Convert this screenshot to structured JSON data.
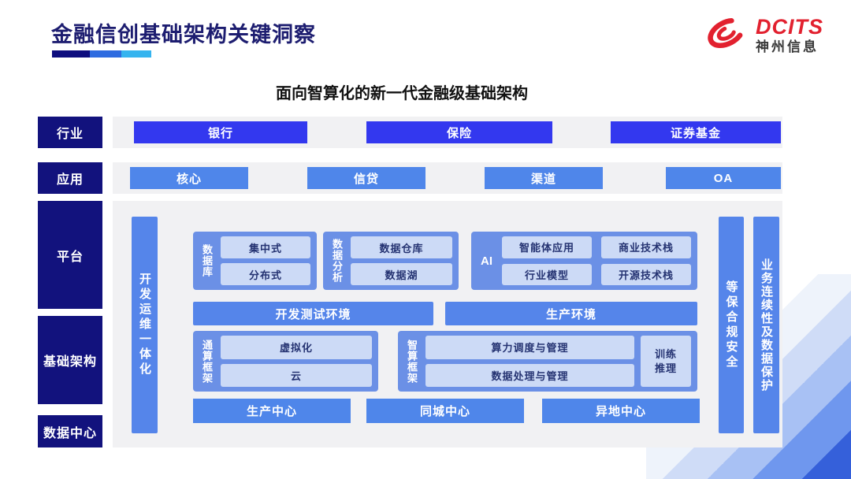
{
  "title": "金融信创基础架构关键洞察",
  "logo": {
    "brand": "DCITS",
    "company": "神州信息"
  },
  "subtitle": "面向智算化的新一代金融级基础架构",
  "industry": {
    "label": "行业",
    "items": [
      "银行",
      "保险",
      "证券基金"
    ]
  },
  "application": {
    "label": "应用",
    "items": [
      "核心",
      "信贷",
      "渠道",
      "OA"
    ]
  },
  "side": {
    "platform": "平台",
    "infrastructure": "基础架构",
    "datacenter": "数据中心"
  },
  "platform": {
    "devops_bar": "开发运维一体化",
    "security_bar": "等保合规安全",
    "continuity_bar": "业务连续性及数据保护",
    "database": {
      "label": "数据库",
      "items": [
        "集中式",
        "分布式"
      ]
    },
    "analytics": {
      "label": "数据分析",
      "items": [
        "数据仓库",
        "数据湖"
      ]
    },
    "ai": {
      "label": "AI",
      "items": [
        "智能体应用",
        "商业技术栈",
        "行业模型",
        "开源技术栈"
      ]
    },
    "environments": [
      "开发测试环境",
      "生产环境"
    ],
    "general_compute": {
      "label": "通算框架",
      "items": [
        "虚拟化",
        "云"
      ]
    },
    "ai_compute": {
      "label": "智算框架",
      "items": [
        "算力调度与管理",
        "数据处理与管理"
      ],
      "side_item": "训练\n推理"
    },
    "centers": [
      "生产中心",
      "同城中心",
      "异地中心"
    ]
  },
  "colors": {
    "navy": "#12127d",
    "primary_blue": "#3338ef",
    "mid_blue": "#4f86ea",
    "bar_blue": "#5585ea",
    "group_blue": "#6b90e6",
    "pill_bg": "#ccdaf6",
    "pill_text": "#253372",
    "brand_red": "#e2212f"
  }
}
